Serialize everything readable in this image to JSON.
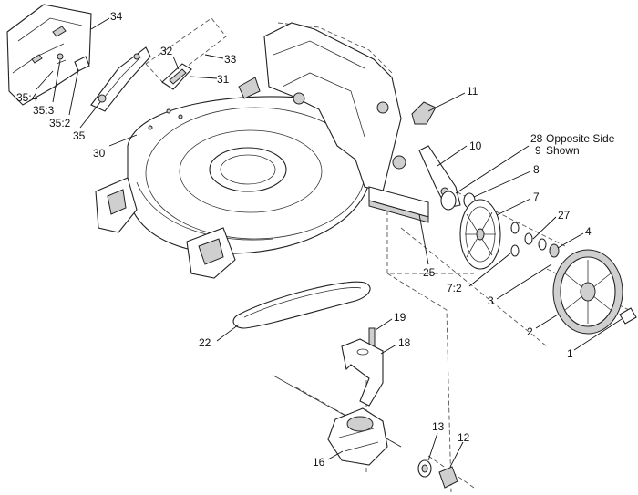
{
  "callouts": {
    "c34": "34",
    "c32": "32",
    "c33": "33",
    "c31": "31",
    "c35_4": "35:4",
    "c35_3": "35:3",
    "c35_2": "35:2",
    "c35": "35",
    "c30": "30",
    "c11": "11",
    "c28": "28",
    "c9": "9",
    "c10": "10",
    "c8": "8",
    "c7": "7",
    "c27": "27",
    "c4": "4",
    "c25": "25",
    "c7_2": "7:2",
    "c3": "3",
    "c2": "2",
    "c1": "1",
    "c22": "22",
    "c19": "19",
    "c18": "18",
    "c16": "16",
    "c13": "13",
    "c12": "12"
  },
  "notes": {
    "opposite_side_line1": "Opposite Side",
    "opposite_side_line2": "Shown"
  }
}
